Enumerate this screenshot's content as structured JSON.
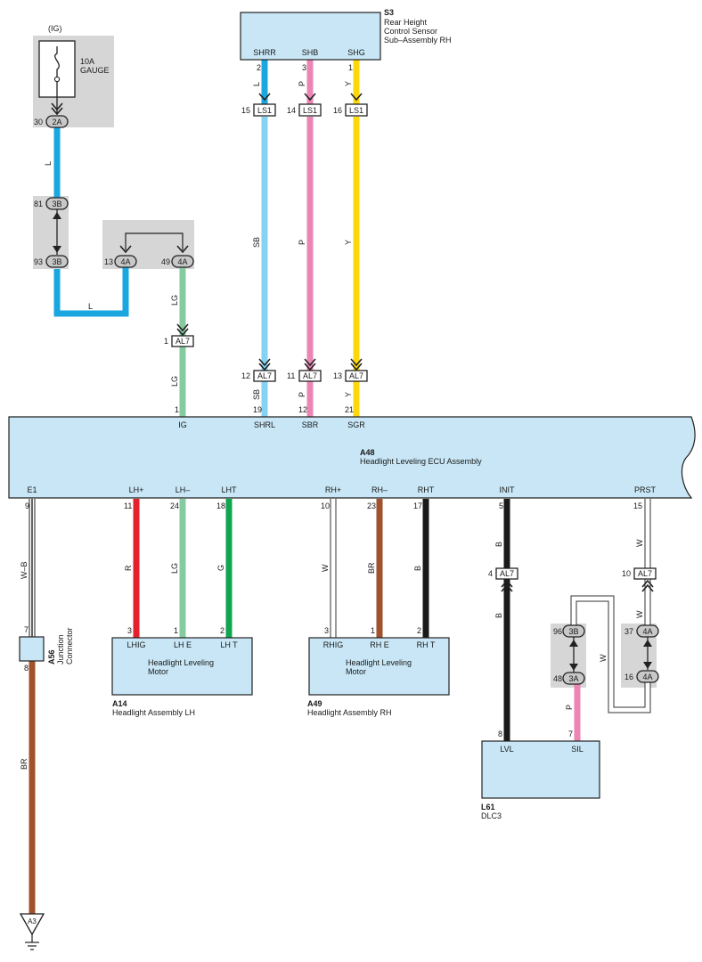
{
  "colors": {
    "L": "#1aa7e0",
    "LG": "#86cb9f",
    "SB": "#86d2f3",
    "P": "#ec84b4",
    "Y": "#fcd80a",
    "R": "#e3202b",
    "G": "#10a650",
    "BR": "#a0522d",
    "B": "#1a1a1a",
    "component_fill": "#c8e6f5",
    "connector_fill": "#d6d6d6"
  },
  "fuse": {
    "ig": "(IG)",
    "rating": "10A",
    "name": "GAUGE",
    "pin": "30",
    "conn": "2A"
  },
  "wires": {
    "fuse_out": "L",
    "junction_loop": "L",
    "ig_feed_upper": "LG",
    "ig_feed_lower": "LG",
    "shrr_top": "L",
    "shb_top": "P",
    "shg_top": "Y",
    "shrl_mid": "SB",
    "sbr_mid": "P",
    "sgr_mid": "Y",
    "shrl_low": "SB",
    "sbr_low": "P",
    "sgr_low": "Y",
    "e1": "W–B",
    "lhplus": "R",
    "lhminus": "LG",
    "lht": "G",
    "rhplus": "W",
    "rhminus": "BR",
    "rht": "B",
    "init_upper": "B",
    "init_lower": "B",
    "prst_upper": "W",
    "prst_lower": "W",
    "cross": "W",
    "sil": "P",
    "ground": "BR"
  },
  "junctions": {
    "j3b_top_pin": "81",
    "j3b_top": "3B",
    "j3b_bot_pin": "93",
    "j3b_bot": "3B",
    "j4a_l_pin": "13",
    "j4a_l": "4A",
    "j4a_r_pin": "49",
    "j4a_r": "4A",
    "j3b2_pin": "96",
    "j3b2": "3B",
    "j3a_pin": "48",
    "j3a": "3A",
    "j4a2_top_pin": "37",
    "j4a2_top": "4A",
    "j4a2_bot_pin": "16",
    "j4a2_bot": "4A"
  },
  "sensor": {
    "code": "S3",
    "name_line1": "Rear Height",
    "name_line2": "Control Sensor",
    "name_line3": "Sub–Assembly RH",
    "terminals": [
      "SHRR",
      "SHB",
      "SHG"
    ],
    "pins": [
      "2",
      "3",
      "1"
    ]
  },
  "ls1": {
    "name": "LS1",
    "pins": [
      "15",
      "14",
      "16"
    ]
  },
  "al7": {
    "name": "AL7",
    "ig_pin": "1",
    "sensor_pins": [
      "12",
      "11",
      "13"
    ],
    "init_pin": "4",
    "prst_pin": "10"
  },
  "ecu": {
    "code": "A48",
    "name": "Headlight Leveling ECU Assembly",
    "top_terms": [
      "IG",
      "SHRL",
      "SBR",
      "SGR"
    ],
    "top_pins": [
      "1",
      "19",
      "12",
      "21"
    ],
    "bottom_terms": [
      "E1",
      "LH+",
      "LH–",
      "LHT",
      "RH+",
      "RH–",
      "RHT",
      "INIT",
      "PRST"
    ],
    "bottom_pins": [
      "9",
      "11",
      "24",
      "18",
      "10",
      "23",
      "17",
      "5",
      "15"
    ]
  },
  "lh_motor": {
    "title": "Headlight Leveling",
    "title2": "Motor",
    "terms": [
      "LHIG",
      "LH E",
      "LH T"
    ],
    "pins": [
      "3",
      "1",
      "2"
    ],
    "code": "A14",
    "name": "Headlight Assembly LH"
  },
  "rh_motor": {
    "title": "Headlight Leveling",
    "title2": "Motor",
    "terms": [
      "RHIG",
      "RH E",
      "RH T"
    ],
    "pins": [
      "3",
      "1",
      "2"
    ],
    "code": "A49",
    "name": "Headlight Assembly RH"
  },
  "junction_conn": {
    "code": "A56",
    "name_line1": "Junction",
    "name_line2": "Connector",
    "pin_top": "7",
    "pin_bot": "8"
  },
  "dlc": {
    "terms": [
      "LVL",
      "SIL"
    ],
    "pins": [
      "8",
      "7"
    ],
    "code": "L61",
    "name": "DLC3"
  },
  "ground": {
    "label": "A3"
  }
}
